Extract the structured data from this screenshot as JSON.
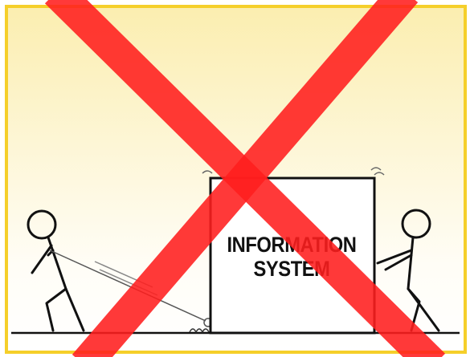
{
  "box": {
    "line1": "INFORMATION",
    "line2": "SYSTEM"
  },
  "colors": {
    "frame_border": "#f5cf2a",
    "background_top": "#fbeeb0",
    "cross": "#ff1e1e",
    "ink": "#111111"
  },
  "icons": [
    "stick-figure-left",
    "stick-figure-right",
    "information-system-box",
    "rope",
    "red-cross-mark"
  ]
}
